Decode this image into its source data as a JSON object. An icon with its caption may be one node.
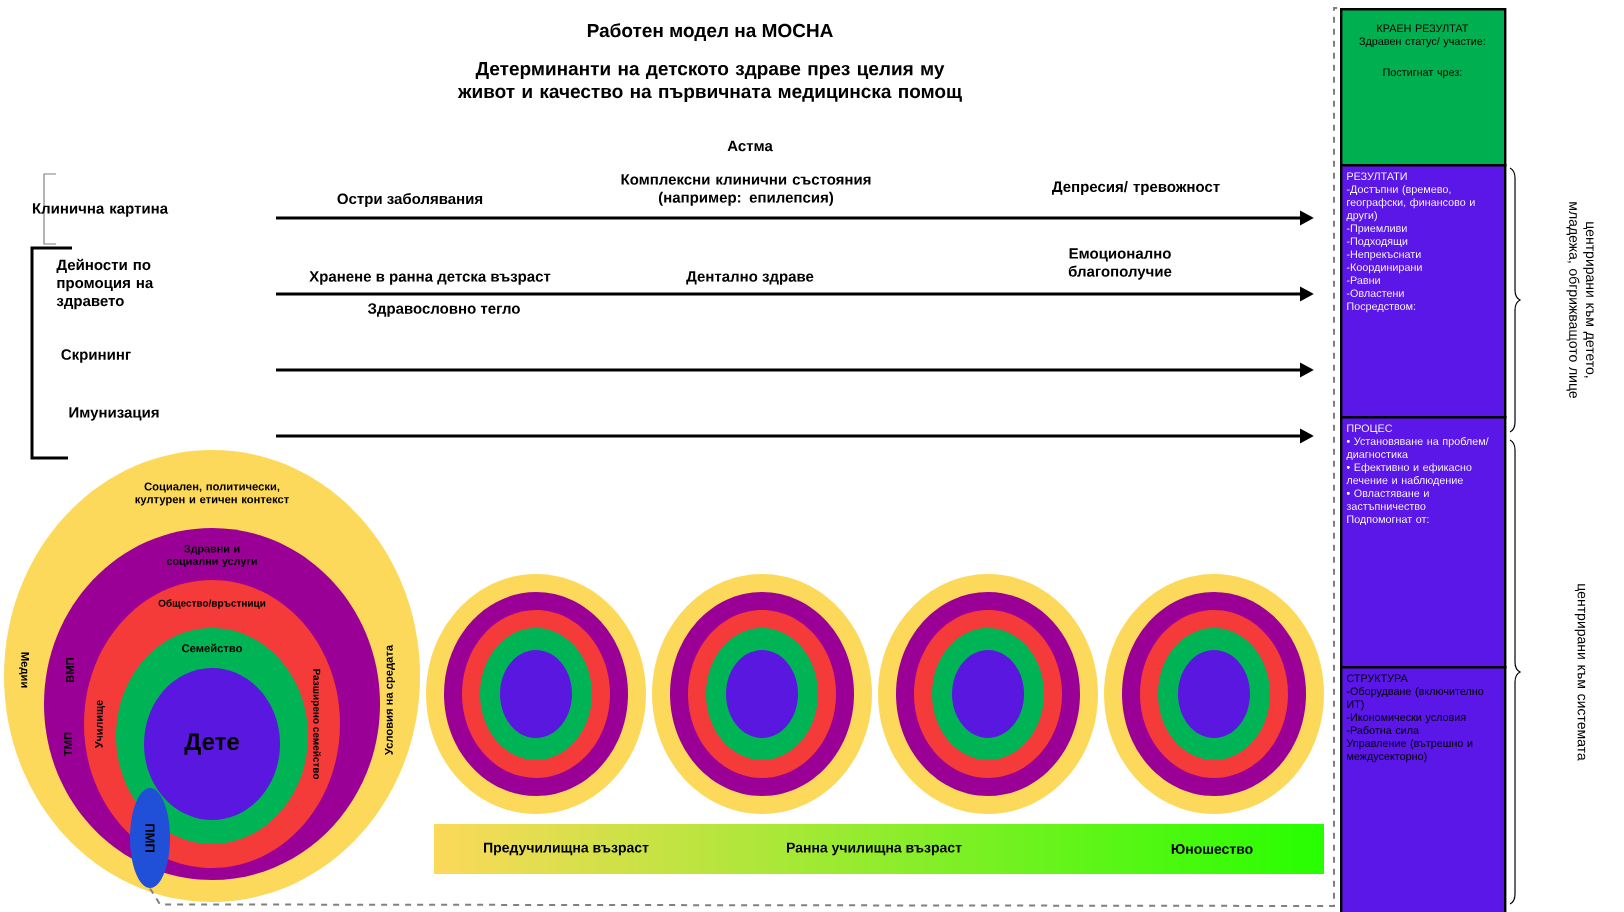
{
  "diagram": {
    "title": "Работен модел на МОСНА",
    "nodes": [
      {
        "text": [
          "Социален, политически, културен и етичен контекст",
          "Медии",
          "Условия на средата"
        ]
      },
      {
        "text": [
          "Здравни и социални услуги",
          "ВМП",
          "ТМП"
        ],
        "in": 0
      },
      {
        "text": [
          "Общество/връстници",
          "Училище",
          "Разширено семейство"
        ],
        "in": 1
      },
      {
        "text": [
          "Семейство"
        ],
        "in": 2
      },
      {
        "text": [
          "Дете"
        ],
        "in": 3
      },
      {
        "text": [
          "ПМП"
        ],
        "in": 0
      },
      {
        "text": [],
        "shape": "circle"
      },
      {
        "text": [],
        "shape": "circle"
      },
      {
        "text": [],
        "shape": "circle"
      },
      {
        "text": [],
        "shape": "circle"
      },
      {
        "text": [
          "Предучилищна възраст",
          "Ранна училищна възраст",
          "Юношество"
        ]
      },
      {
        "text": [
          "КРАЕН РЕЗУЛТАТ",
          "Здравен статус/ участие:",
          "Постигнат чрез:"
        ]
      },
      {
        "text": [
          "РЕЗУЛТАТИ",
          "-Достъпни (времево, географски, финансово и други)",
          "-Приемливи",
          "-Подходящи",
          "-Непрекъснати",
          "-Координирани",
          "-Равни",
          "-Овластени",
          "Посредством:"
        ]
      },
      {
        "text": [
          "ПРОЦЕС",
          "• Установяване на проблем/ диагностика",
          "• Ефективно и ефикасно лечение и наблюдение",
          "• Овластяване и застъпничество",
          "Подпомогнат от:"
        ]
      },
      {
        "text": [
          "СТРУКТУРА",
          "-Оборудване (включително ИТ)",
          "-Икономически условия",
          "-Работна сила",
          "Управление (вътрешно и междусекторно)"
        ]
      }
    ],
    "edges": [
      {
        "from": 5,
        "to": 11,
        "arrow": "none",
        "style": "dashed"
      }
    ],
    "labels": [
      "Детерминанти на детското здраве през целия му живот и качество на първичната медицинска помощ",
      "Астма",
      "Комплексни клинични състояния (например: епилепсия)",
      "Клинична картина",
      "Остри заболявания",
      "Депресия/ тревожност",
      "Дейности по промоция на здравето",
      "Хранене в ранна детска възраст",
      "Дентално здраве",
      "Емоционално благополучие",
      "Здравословно тегло",
      "Скрининг",
      "Имунизация",
      "центрирани към детето, младежа, обгрижващото лице",
      "центрирани към системата"
    ]
  }
}
